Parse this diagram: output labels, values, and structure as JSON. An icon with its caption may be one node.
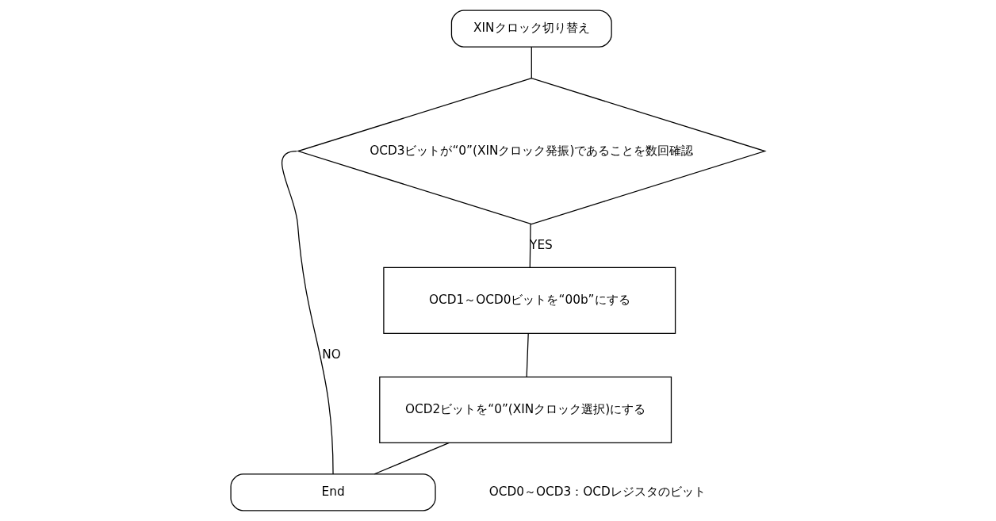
{
  "diagram": {
    "nodes": [
      {
        "text": [
          "XINクロック切り替え"
        ]
      },
      {
        "text": [
          "OCD3ビットが“0”(XINクロック発振)であることを数回確認"
        ]
      },
      {
        "text": [
          "OCD1～OCD0ビットを“00b”にする"
        ]
      },
      {
        "text": [
          "OCD2ビットを“0”(XINクロック選択)にする"
        ]
      },
      {
        "text": [
          "End"
        ]
      }
    ],
    "edges": [
      {
        "from": 0,
        "to": 1,
        "arrow": "none"
      },
      {
        "from": 1,
        "to": 2,
        "arrow": "none",
        "label": "YES"
      },
      {
        "from": 2,
        "to": 3,
        "arrow": "none"
      },
      {
        "from": 3,
        "to": 4,
        "arrow": "none"
      },
      {
        "from": 1,
        "to": 4,
        "arrow": "none",
        "label": "NO"
      }
    ],
    "labels": [
      "OCD0～OCD3：OCDレジスタのビット"
    ]
  }
}
